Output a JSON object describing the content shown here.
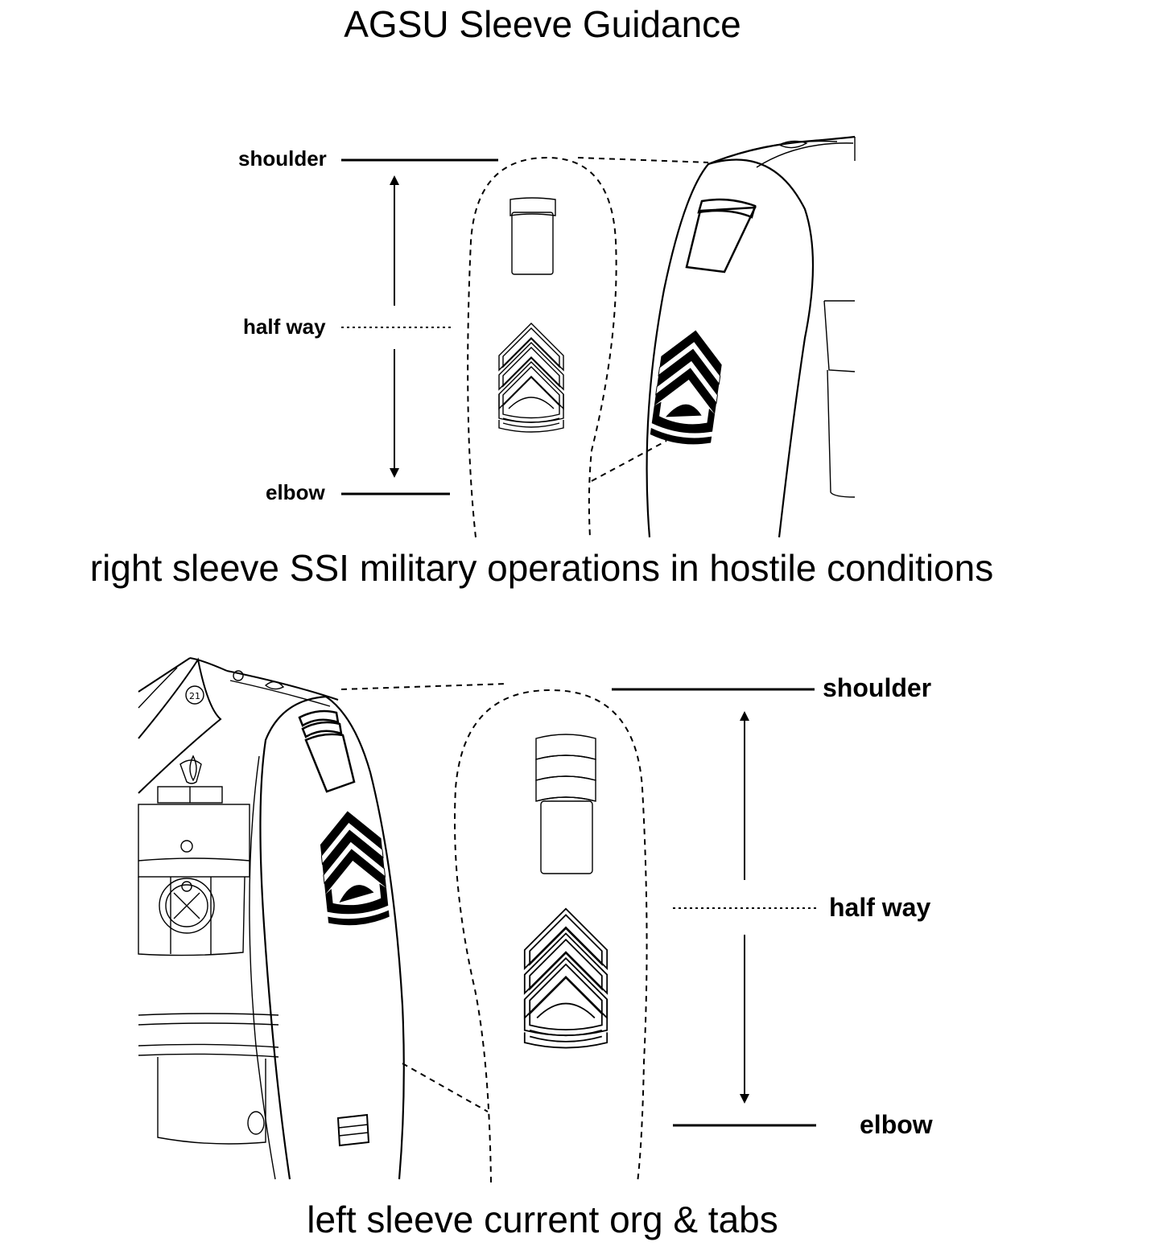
{
  "title": "AGSU Sleeve Guidance",
  "right_sleeve": {
    "caption": "right sleeve SSI military operations in hostile conditions",
    "labels": {
      "shoulder": "shoulder",
      "half_way": "half way",
      "elbow": "elbow"
    }
  },
  "left_sleeve": {
    "caption": "left sleeve current org & tabs",
    "labels": {
      "shoulder": "shoulder",
      "half_way": "half way",
      "elbow": "elbow"
    }
  },
  "icons": [
    "sergeant-first-class-chevron-icon",
    "unit-patch-icon",
    "tab-icon",
    "drill-sergeant-badge-icon",
    "service-stripe-icon"
  ]
}
